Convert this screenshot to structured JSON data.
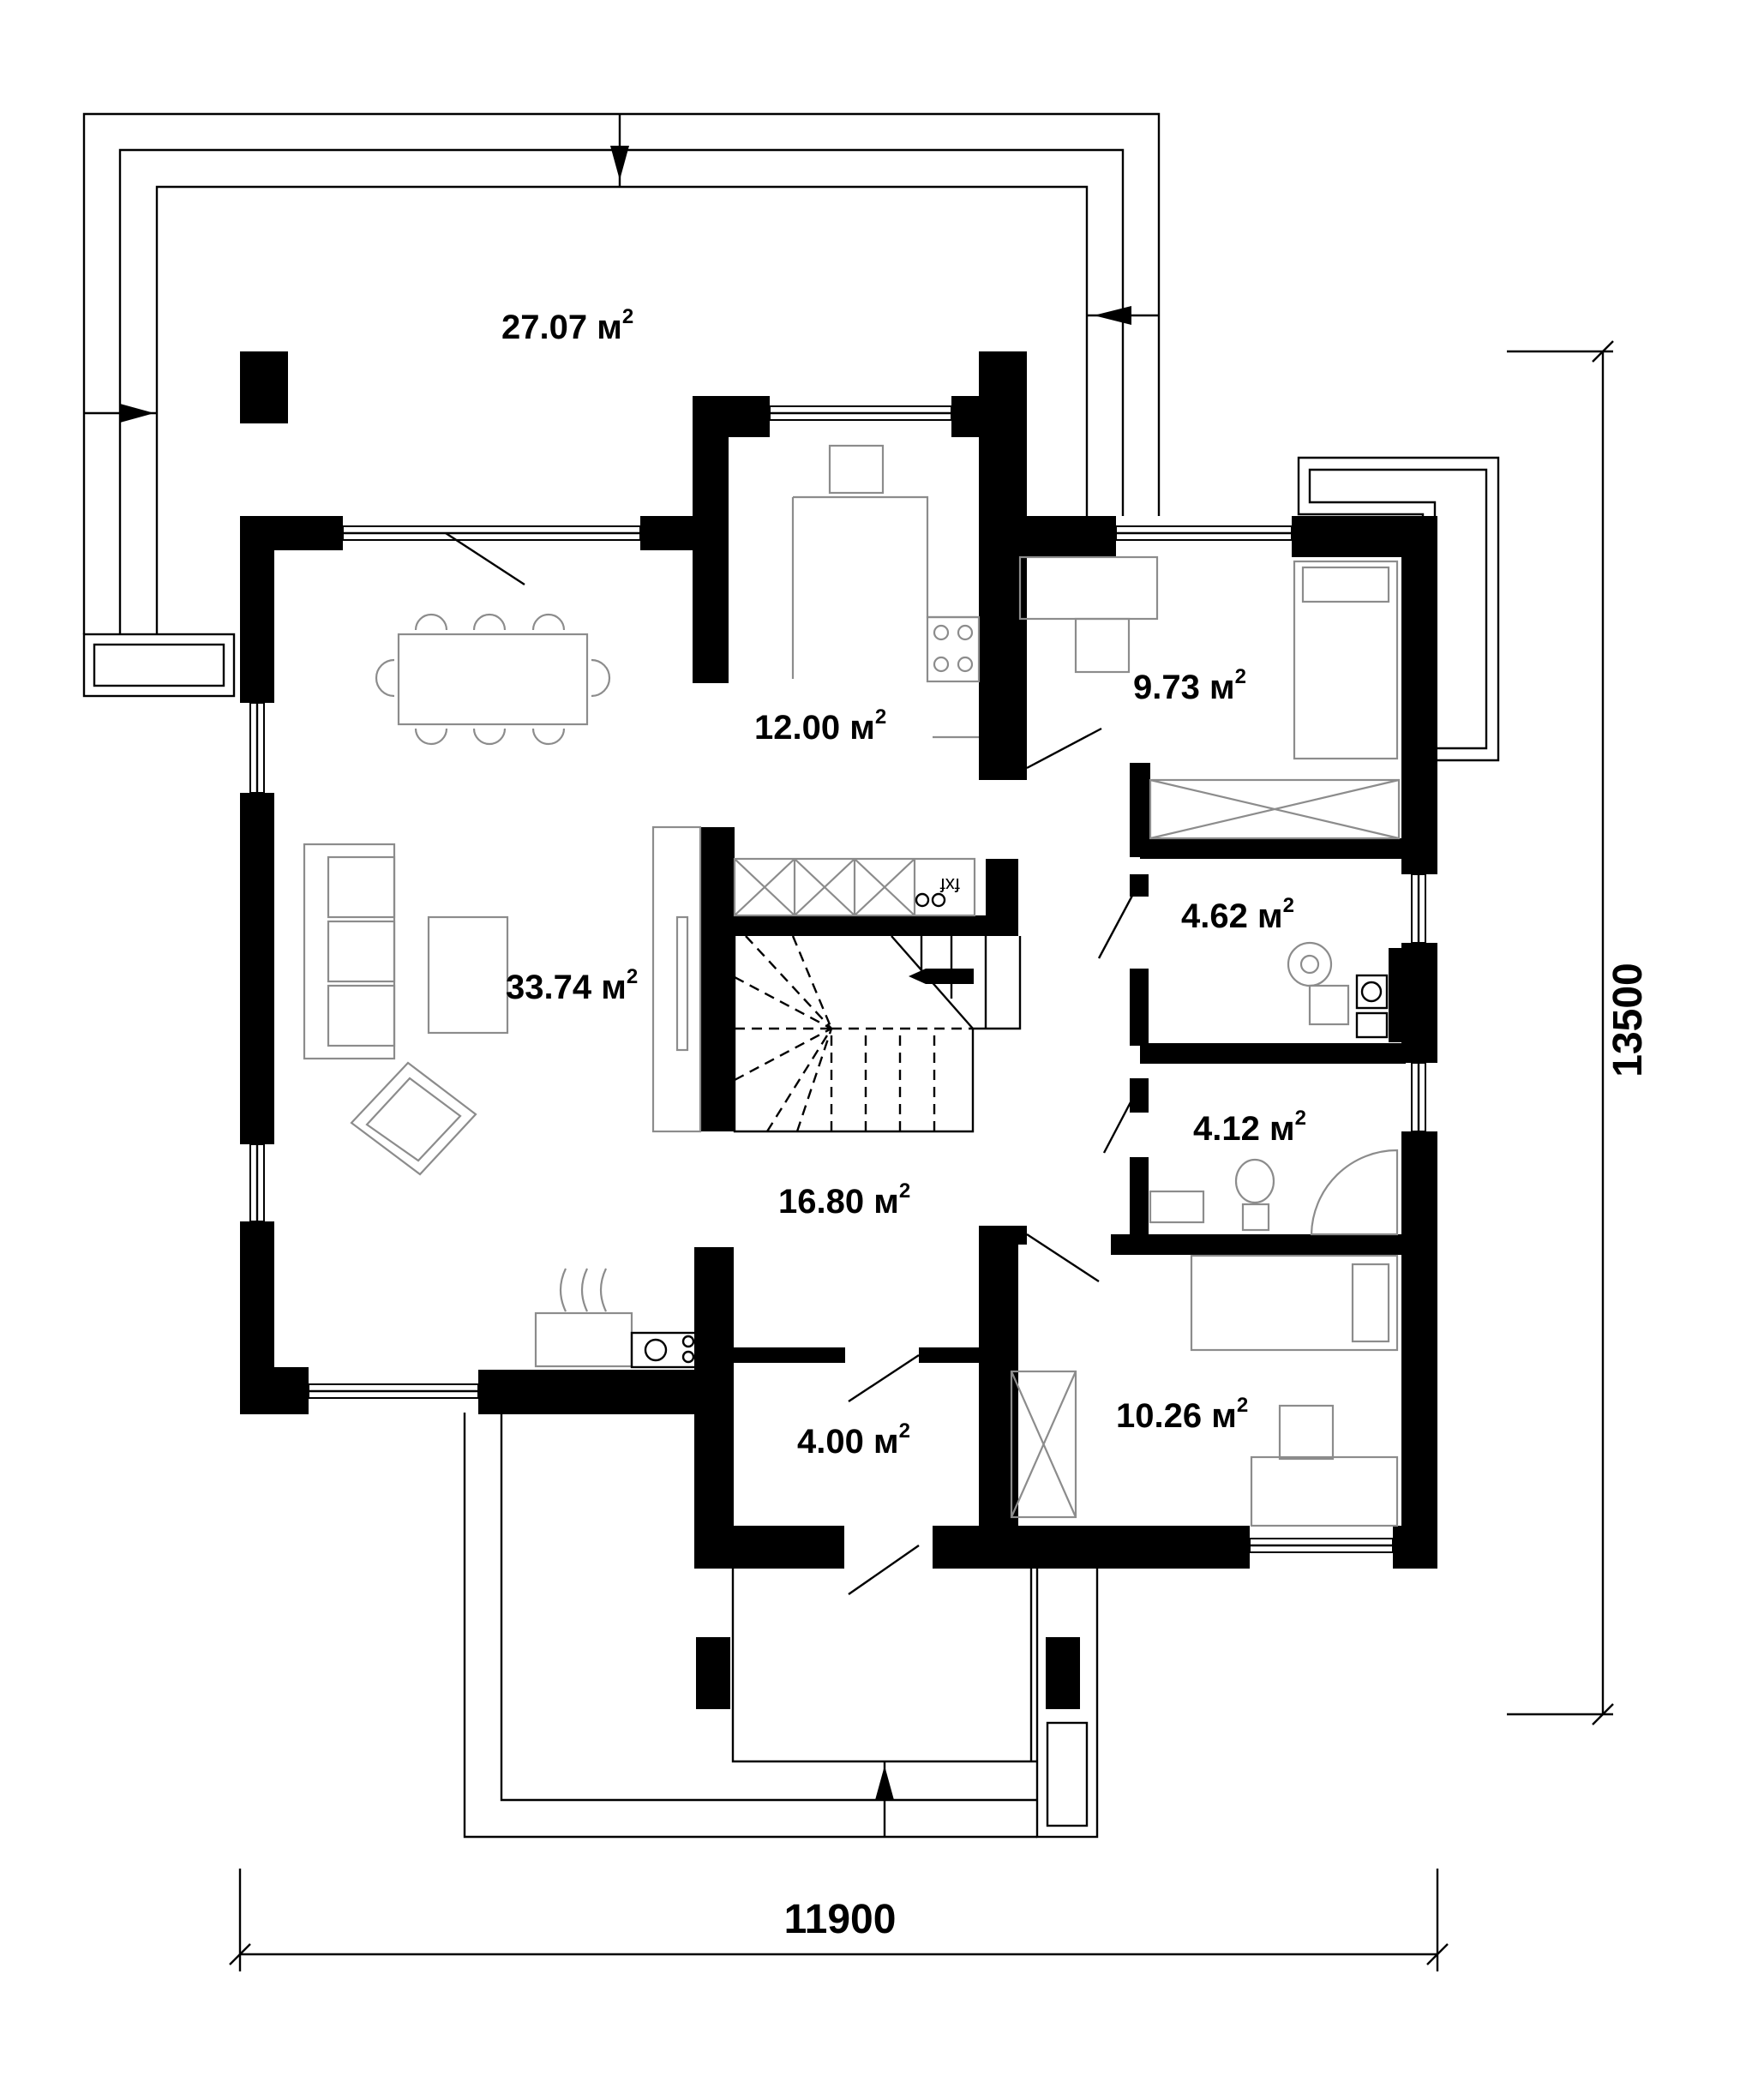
{
  "dimensions": {
    "width": "11900",
    "height": "13500"
  },
  "area_unit": "м",
  "area_exp": "2",
  "rooms": [
    {
      "id": "terrace-back",
      "area": "27.07"
    },
    {
      "id": "kitchen",
      "area": "12.00"
    },
    {
      "id": "bedroom-1",
      "area": "9.73"
    },
    {
      "id": "living",
      "area": "33.74"
    },
    {
      "id": "utility",
      "area": "4.62"
    },
    {
      "id": "bathroom",
      "area": "4.12"
    },
    {
      "id": "hall",
      "area": "16.80"
    },
    {
      "id": "vestibule",
      "area": "4.00"
    },
    {
      "id": "bedroom-2",
      "area": "10.26"
    }
  ],
  "labels": {
    "boiler_tag": "fxf"
  }
}
